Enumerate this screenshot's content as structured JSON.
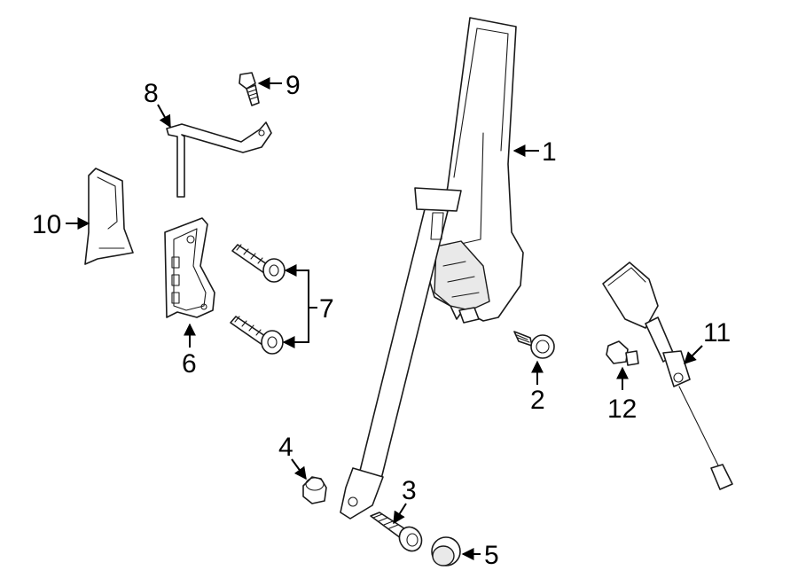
{
  "diagram": {
    "callouts": [
      "1",
      "2",
      "3",
      "4",
      "5",
      "6",
      "7",
      "8",
      "9",
      "10",
      "11",
      "12"
    ]
  },
  "colors": {
    "line": "#1a1a1a",
    "background": "#ffffff",
    "shading": "#e9e9e9"
  }
}
